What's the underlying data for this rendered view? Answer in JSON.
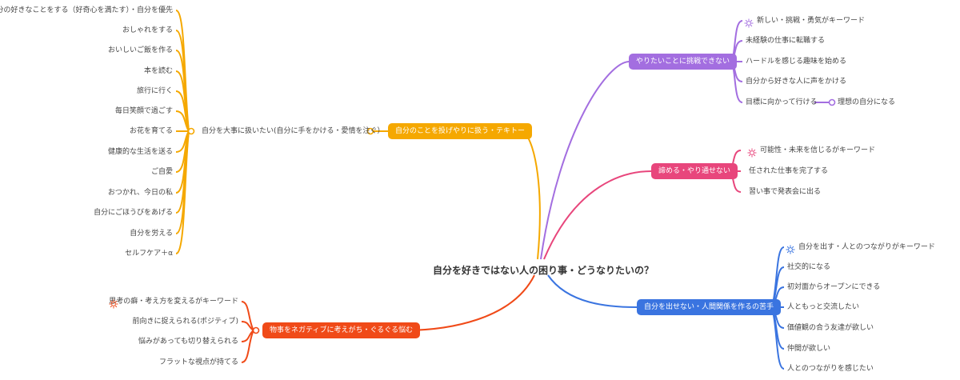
{
  "colors": {
    "orange": "#f5a800",
    "purple": "#a36ee0",
    "pink": "#e8467c",
    "blue": "#3a74e0",
    "red": "#f04a18"
  },
  "center": "自分を好きではない人の困り事・どうなりたいの？",
  "branches": {
    "orange": {
      "label": "自分のことを投げやりに扱う・テキトー",
      "sub": "自分を大事に扱いたい(自分に手をかける・愛情を注ぐ）",
      "leaves": [
        "自分の好きなことをする（好奇心を満たす）・自分を優先",
        "おしゃれをする",
        "おいしいご飯を作る",
        "本を読む",
        "旅行に行く",
        "毎日笑顔で過ごす",
        "お花を育てる",
        "健康的な生活を送る",
        "ご自愛",
        "おつかれ、今日の私",
        "自分にごほうびをあげる",
        "自分を労える",
        "セルフケア＋α"
      ]
    },
    "purple": {
      "label": "やりたいことに挑戦できない",
      "leaves": [
        "新しい・挑戦・勇気がキーワード",
        "未経験の仕事に転職する",
        "ハードルを感じる趣味を始める",
        "自分から好きな人に声をかける",
        "目標に向かって行ける"
      ],
      "extra": "理想の自分になる"
    },
    "pink": {
      "label": "諦める・やり通せない",
      "leaves": [
        "可能性・未来を信じるがキーワード",
        "任された仕事を完了する",
        "習い事で発表会に出る"
      ]
    },
    "blue": {
      "label": "自分を出せない・人間関係を作るの苦手",
      "leaves": [
        "自分を出す・人とのつながりがキーワード",
        "社交的になる",
        "初対面からオープンにできる",
        "人ともっと交流したい",
        "価値観の合う友達が欲しい",
        "仲間が欲しい",
        "人とのつながりを感じたい"
      ]
    },
    "red": {
      "label": "物事をネガティブに考えがち・ぐるぐる悩む",
      "leaves": [
        "思考の癖・考え方を変えるがキーワード",
        "前向きに捉えられる(ポジティブ)",
        "悩みがあっても切り替えられる",
        "フラットな視点が持てる"
      ]
    }
  }
}
